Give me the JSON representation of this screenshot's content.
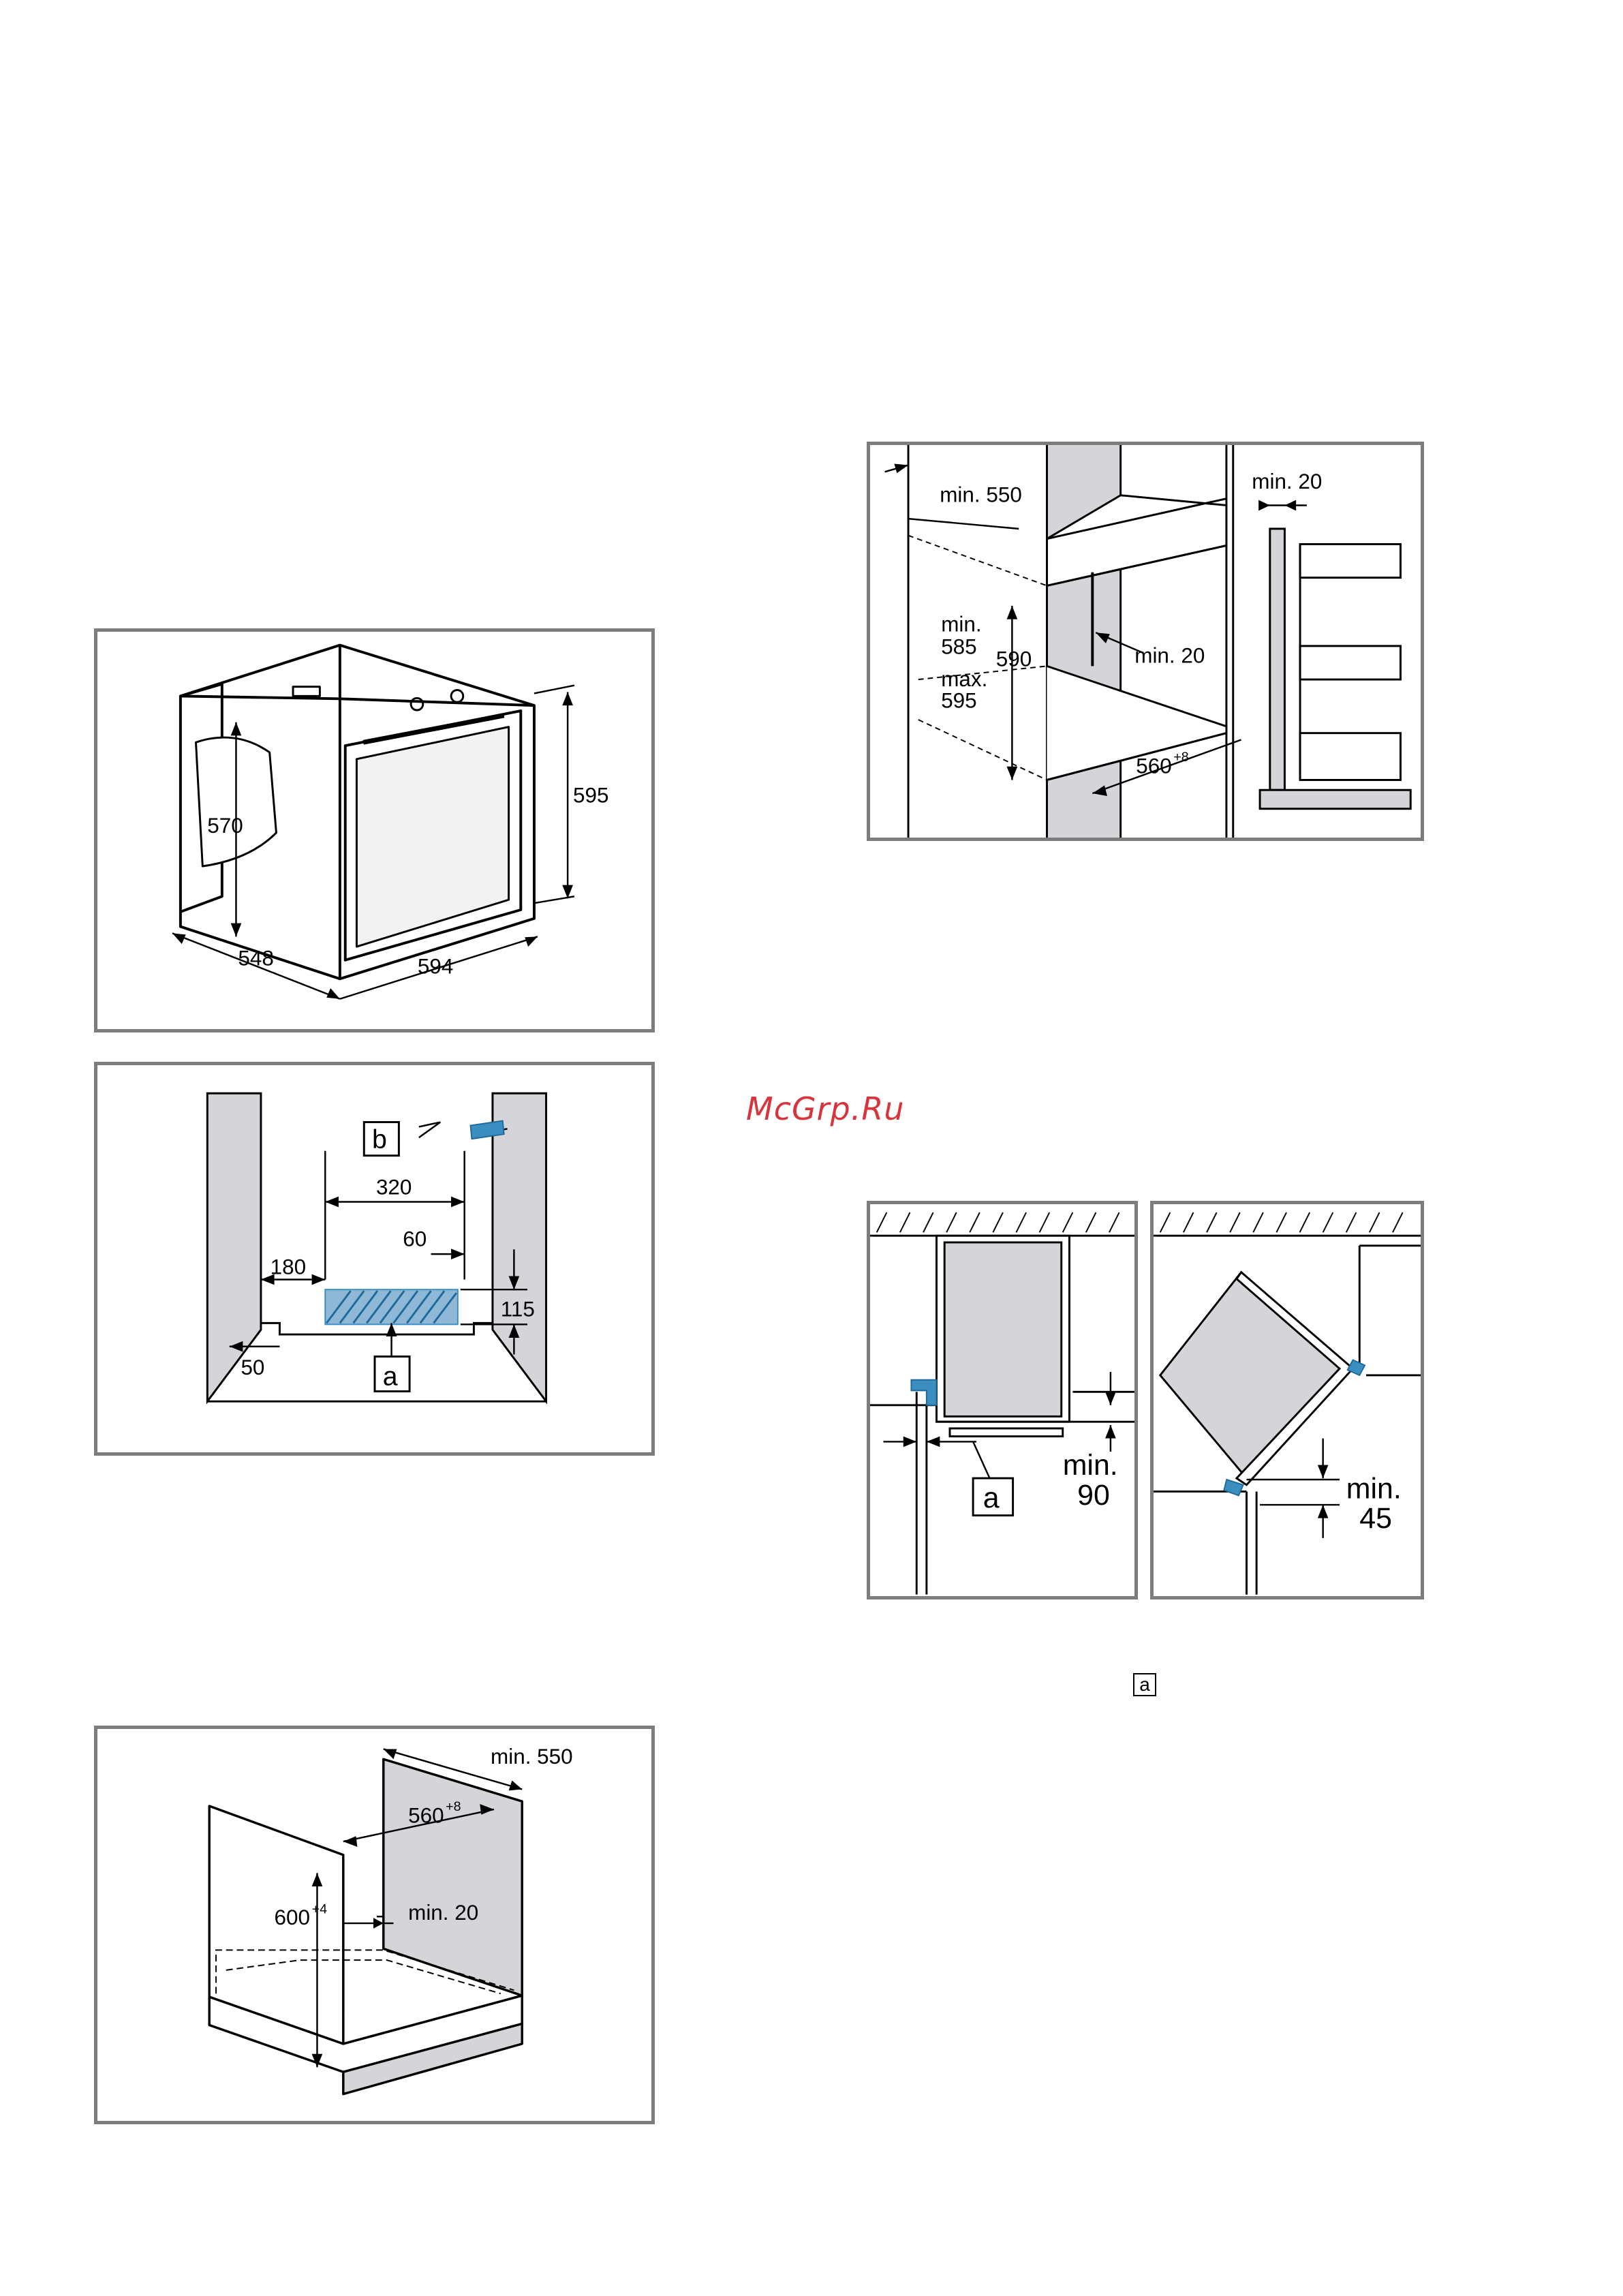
{
  "watermark": "McGrp.Ru",
  "note_marker": "a",
  "colors": {
    "border": "#7d7d7d",
    "panel_fill": "#d4d4d9",
    "accent_blue": "#3a8fc0"
  },
  "panel_oven": {
    "d570": "570",
    "d595": "595",
    "d548": "548",
    "d594": "594"
  },
  "panel_cabinet_front": {
    "label_b": "b",
    "label_a": "a",
    "d320": "320",
    "d60": "60",
    "d180": "180",
    "d115": "115",
    "d50": "50"
  },
  "panel_base_cabinet": {
    "min550": "min. 550",
    "d560": "560",
    "d560_sup": "+8",
    "d600": "600",
    "d600_sup": "+4",
    "min20": "min. 20"
  },
  "panel_tall_cabinet": {
    "min550": "min. 550",
    "min20_top": "min. 20",
    "min585_a": "min.",
    "min585_b": "585",
    "d590": "590",
    "max595_a": "max.",
    "max595_b": "595",
    "min20_mid": "min. 20",
    "d560": "560",
    "d560_sup": "+8"
  },
  "panel_door_a": {
    "label_a": "a",
    "min90_a": "min.",
    "min90_b": "90"
  },
  "panel_door_b": {
    "min45_a": "min.",
    "min45_b": "45"
  }
}
